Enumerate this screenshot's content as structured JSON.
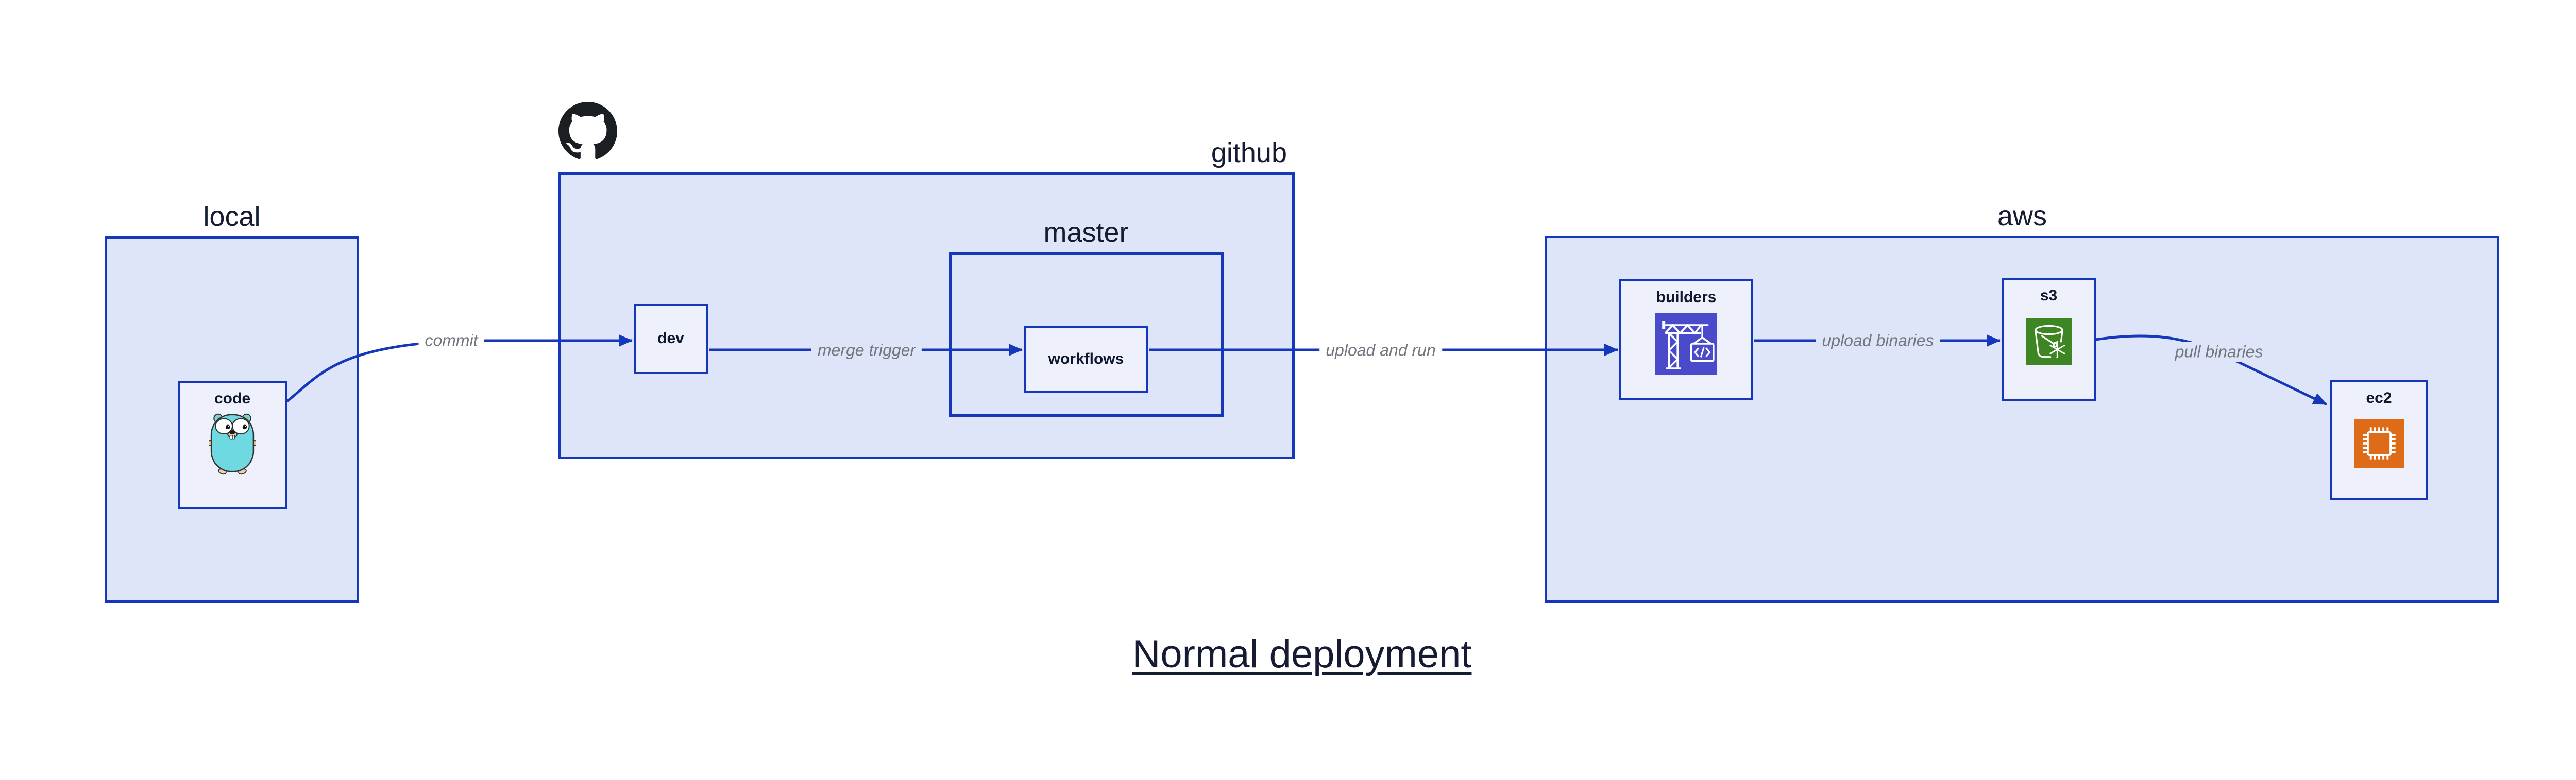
{
  "diagram": {
    "title": "Normal deployment",
    "groups": {
      "local": {
        "label": "local"
      },
      "github": {
        "label": "github"
      },
      "master": {
        "label": "master"
      },
      "aws": {
        "label": "aws"
      }
    },
    "nodes": {
      "code": {
        "label": "code",
        "icon": "go-gopher-icon"
      },
      "dev": {
        "label": "dev"
      },
      "workflows": {
        "label": "workflows"
      },
      "builders": {
        "label": "builders",
        "icon": "codebuild-crane-icon"
      },
      "s3": {
        "label": "s3",
        "icon": "s3-bucket-icon"
      },
      "ec2": {
        "label": "ec2",
        "icon": "ec2-chip-icon"
      }
    },
    "edges": [
      {
        "id": "commit",
        "label": "commit",
        "from": "code",
        "to": "dev"
      },
      {
        "id": "merge-trigger",
        "label": "merge trigger",
        "from": "dev",
        "to": "workflows"
      },
      {
        "id": "upload-and-run",
        "label": "upload and run",
        "from": "workflows",
        "to": "builders"
      },
      {
        "id": "upload-binaries",
        "label": "upload binaries",
        "from": "builders",
        "to": "s3"
      },
      {
        "id": "pull-binaries",
        "label": "pull binaries",
        "from": "s3",
        "to": "ec2"
      }
    ],
    "header_icon": "github-octocat-icon",
    "colors": {
      "line_blue": "#1437bb",
      "group_fill": "#dfe5f8",
      "node_fill": "#eef1fc",
      "text_navy": "#141b33",
      "edge_label_gray": "#72767e",
      "codebuild_purple": "#4a4bcb",
      "s3_green": "#3e8624",
      "ec2_orange": "#dd6b17",
      "octocat_black": "#1b1f23",
      "gopher_teal": "#6fd9e2"
    }
  }
}
